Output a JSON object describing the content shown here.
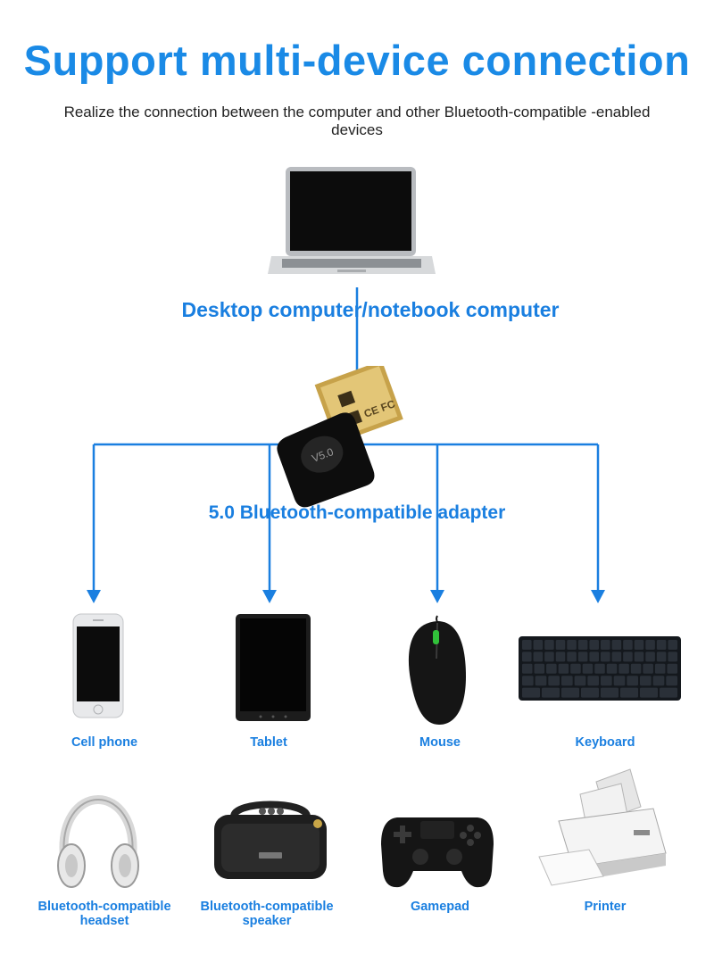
{
  "header": {
    "title": "Support multi-device connection",
    "subtitle": "Realize the connection between the computer and other Bluetooth-compatible -enabled devices"
  },
  "hub": {
    "computer_label": "Desktop computer/notebook computer",
    "adapter_label": "5.0 Bluetooth-compatible adapter",
    "adapter_print": "V5.0"
  },
  "devices": [
    {
      "label": "Cell phone"
    },
    {
      "label": "Tablet"
    },
    {
      "label": "Mouse"
    },
    {
      "label": "Keyboard"
    },
    {
      "label": "Bluetooth-compatible headset"
    },
    {
      "label": "Bluetooth-compatible speaker"
    },
    {
      "label": "Gamepad"
    },
    {
      "label": "Printer"
    }
  ],
  "colors": {
    "accent": "#1a7fe0",
    "title": "#1a8ae6"
  }
}
